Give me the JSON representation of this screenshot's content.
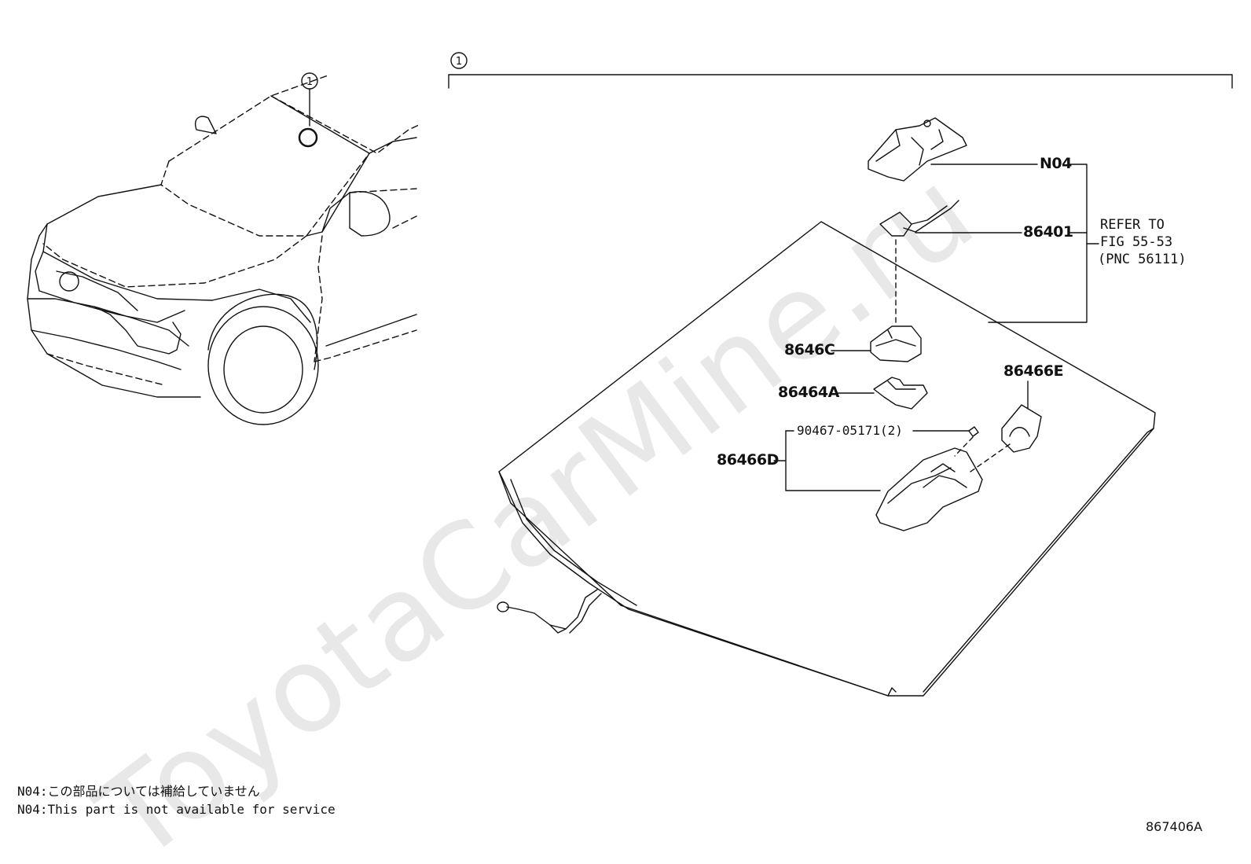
{
  "watermark": "ToyotaCarMine.ru",
  "callout_ref": "1",
  "callouts": {
    "n04": "N04",
    "p86401": "86401",
    "p8646c": "8646C",
    "p86464a": "86464A",
    "p86466e": "86466E",
    "p90467": "90467-05171(2)",
    "p86466d": "86466D"
  },
  "refer": {
    "line1": "REFER TO",
    "line2": "FIG 55-53",
    "line3": "(PNC 56111)"
  },
  "notes": {
    "jp": "N04:この部品については補給していません",
    "en": "N04:This part is not available for service"
  },
  "figure_code": "867406A"
}
